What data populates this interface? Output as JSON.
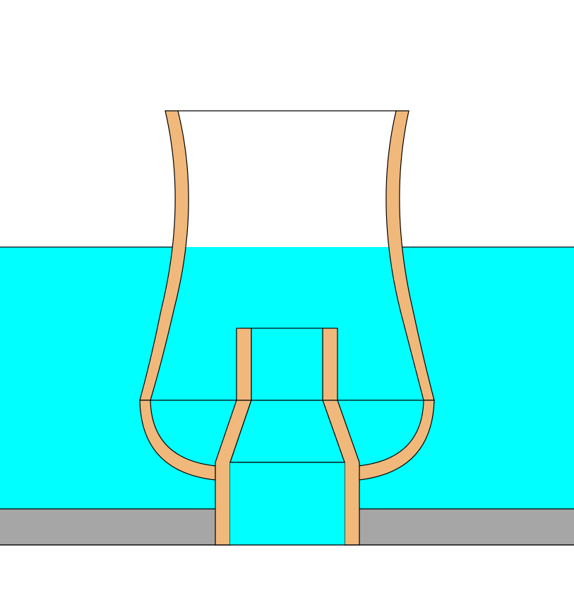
{
  "diagram": {
    "colors": {
      "background": "#ffffff",
      "water": "#00ffff",
      "wall": "#f0b87a",
      "ground": "#a6a6a6",
      "outline": "#000000"
    },
    "parts": [
      "water-body",
      "ground-layer",
      "upper-vessel",
      "lower-bowl",
      "inner-pipe",
      "pipe-flare",
      "drain-pipe"
    ]
  }
}
